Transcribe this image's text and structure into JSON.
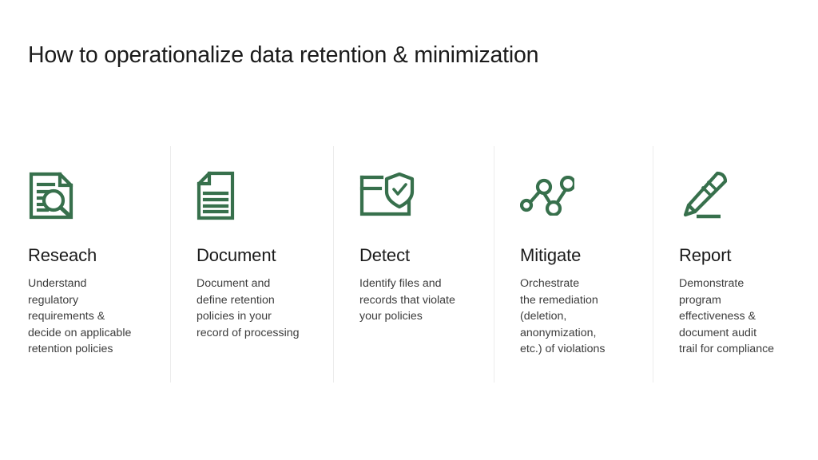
{
  "slide": {
    "title": "How to operationalize data retention & minimization",
    "background_color": "#ffffff",
    "title_color": "#1b1b1b",
    "accent_color": "#37704c",
    "divider_color": "#ececec",
    "body_text_color": "#3c3c3c"
  },
  "columns": [
    {
      "icon_name": "document-magnifier-icon",
      "heading": "Reseach",
      "body": "Understand\nregulatory\nrequirements &\ndecide on applicable\nretention policies"
    },
    {
      "icon_name": "document-lines-icon",
      "heading": "Document",
      "body": "Document and\ndefine retention\npolicies in your\nrecord of processing"
    },
    {
      "icon_name": "folder-shield-check-icon",
      "heading": "Detect",
      "body": "Identify files and\nrecords that violate\nyour policies"
    },
    {
      "icon_name": "node-graph-icon",
      "heading": "Mitigate",
      "body": "Orchestrate\nthe remediation\n(deletion,\nanonymization,\n etc.) of violations"
    },
    {
      "icon_name": "pencil-edit-icon",
      "heading": "Report",
      "body": "Demonstrate\nprogram\neffectiveness &\ndocument audit\ntrail for compliance"
    }
  ]
}
